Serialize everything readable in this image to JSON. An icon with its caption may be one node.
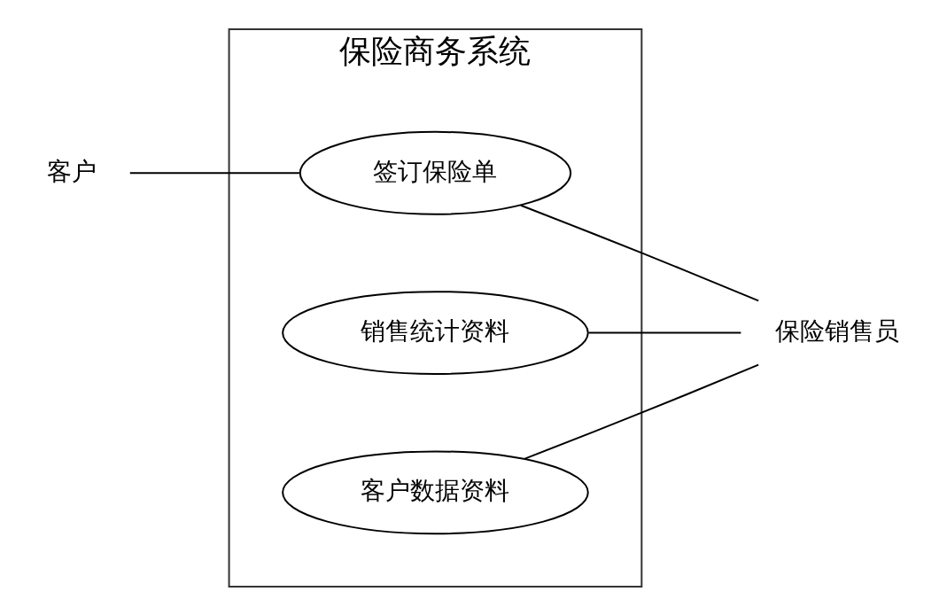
{
  "diagram": {
    "nodes": [
      {
        "text": [
          "客户"
        ]
      },
      {
        "text": [
          "保险商务系统"
        ]
      },
      {
        "text": [
          "签订保险单"
        ],
        "in": 1
      },
      {
        "text": [
          "销售统计资料"
        ],
        "in": 1
      },
      {
        "text": [
          "客户数据资料"
        ],
        "in": 1
      },
      {
        "text": [
          "保险销售员"
        ]
      }
    ],
    "edges": [
      {
        "from": 0,
        "to": 2,
        "arrow": "none"
      },
      {
        "from": 2,
        "to": 5,
        "arrow": "none"
      },
      {
        "from": 3,
        "to": 5,
        "arrow": "none"
      },
      {
        "from": 4,
        "to": 5,
        "arrow": "none"
      }
    ]
  }
}
